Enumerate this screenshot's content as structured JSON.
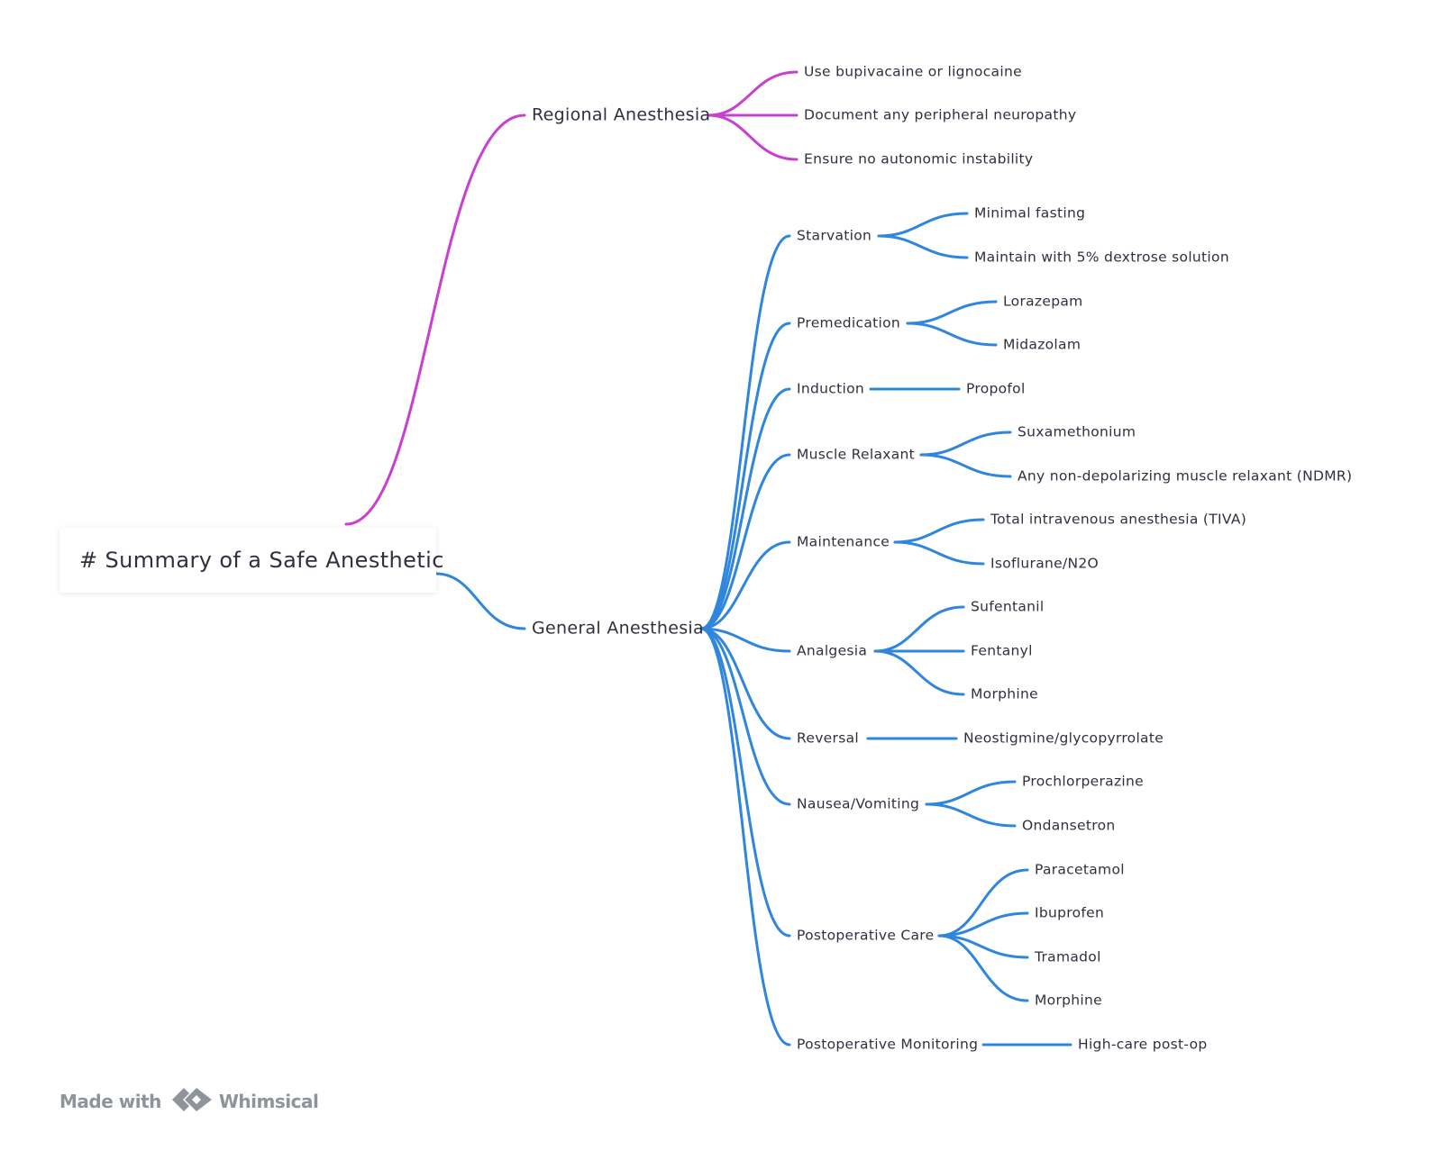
{
  "root": {
    "label": "# Summary of a Safe Anesthetic"
  },
  "colors": {
    "regional": "#c83fd2",
    "general": "#2f86dc",
    "text": "#2f3140",
    "footer": "#8e939c"
  },
  "branches": [
    {
      "label": "Regional Anesthesia",
      "color": "#c83fd2",
      "children": [
        {
          "label": "Use bupivacaine or lignocaine"
        },
        {
          "label": "Document any peripheral neuropathy"
        },
        {
          "label": "Ensure no autonomic instability"
        }
      ]
    },
    {
      "label": "General Anesthesia",
      "color": "#2f86dc",
      "children": [
        {
          "label": "Starvation",
          "children": [
            "Minimal fasting",
            "Maintain with 5% dextrose solution"
          ]
        },
        {
          "label": "Premedication",
          "children": [
            "Lorazepam",
            "Midazolam"
          ]
        },
        {
          "label": "Induction",
          "children": [
            "Propofol"
          ]
        },
        {
          "label": "Muscle Relaxant",
          "children": [
            "Suxamethonium",
            "Any non-depolarizing muscle relaxant (NDMR)"
          ]
        },
        {
          "label": "Maintenance",
          "children": [
            "Total intravenous anesthesia (TIVA)",
            "Isoflurane/N2O"
          ]
        },
        {
          "label": "Analgesia",
          "children": [
            "Sufentanil",
            "Fentanyl",
            "Morphine"
          ]
        },
        {
          "label": "Reversal",
          "children": [
            "Neostigmine/glycopyrrolate"
          ]
        },
        {
          "label": "Nausea/Vomiting",
          "children": [
            "Prochlorperazine",
            "Ondansetron"
          ]
        },
        {
          "label": "Postoperative Care",
          "children": [
            "Paracetamol",
            "Ibuprofen",
            "Tramadol",
            "Morphine"
          ]
        },
        {
          "label": "Postoperative Monitoring",
          "children": [
            "High-care post-op"
          ]
        }
      ]
    }
  ],
  "footer": {
    "made_with": "Made with",
    "brand": "Whimsical",
    "logo_icon": "whimsical-logo-icon"
  }
}
